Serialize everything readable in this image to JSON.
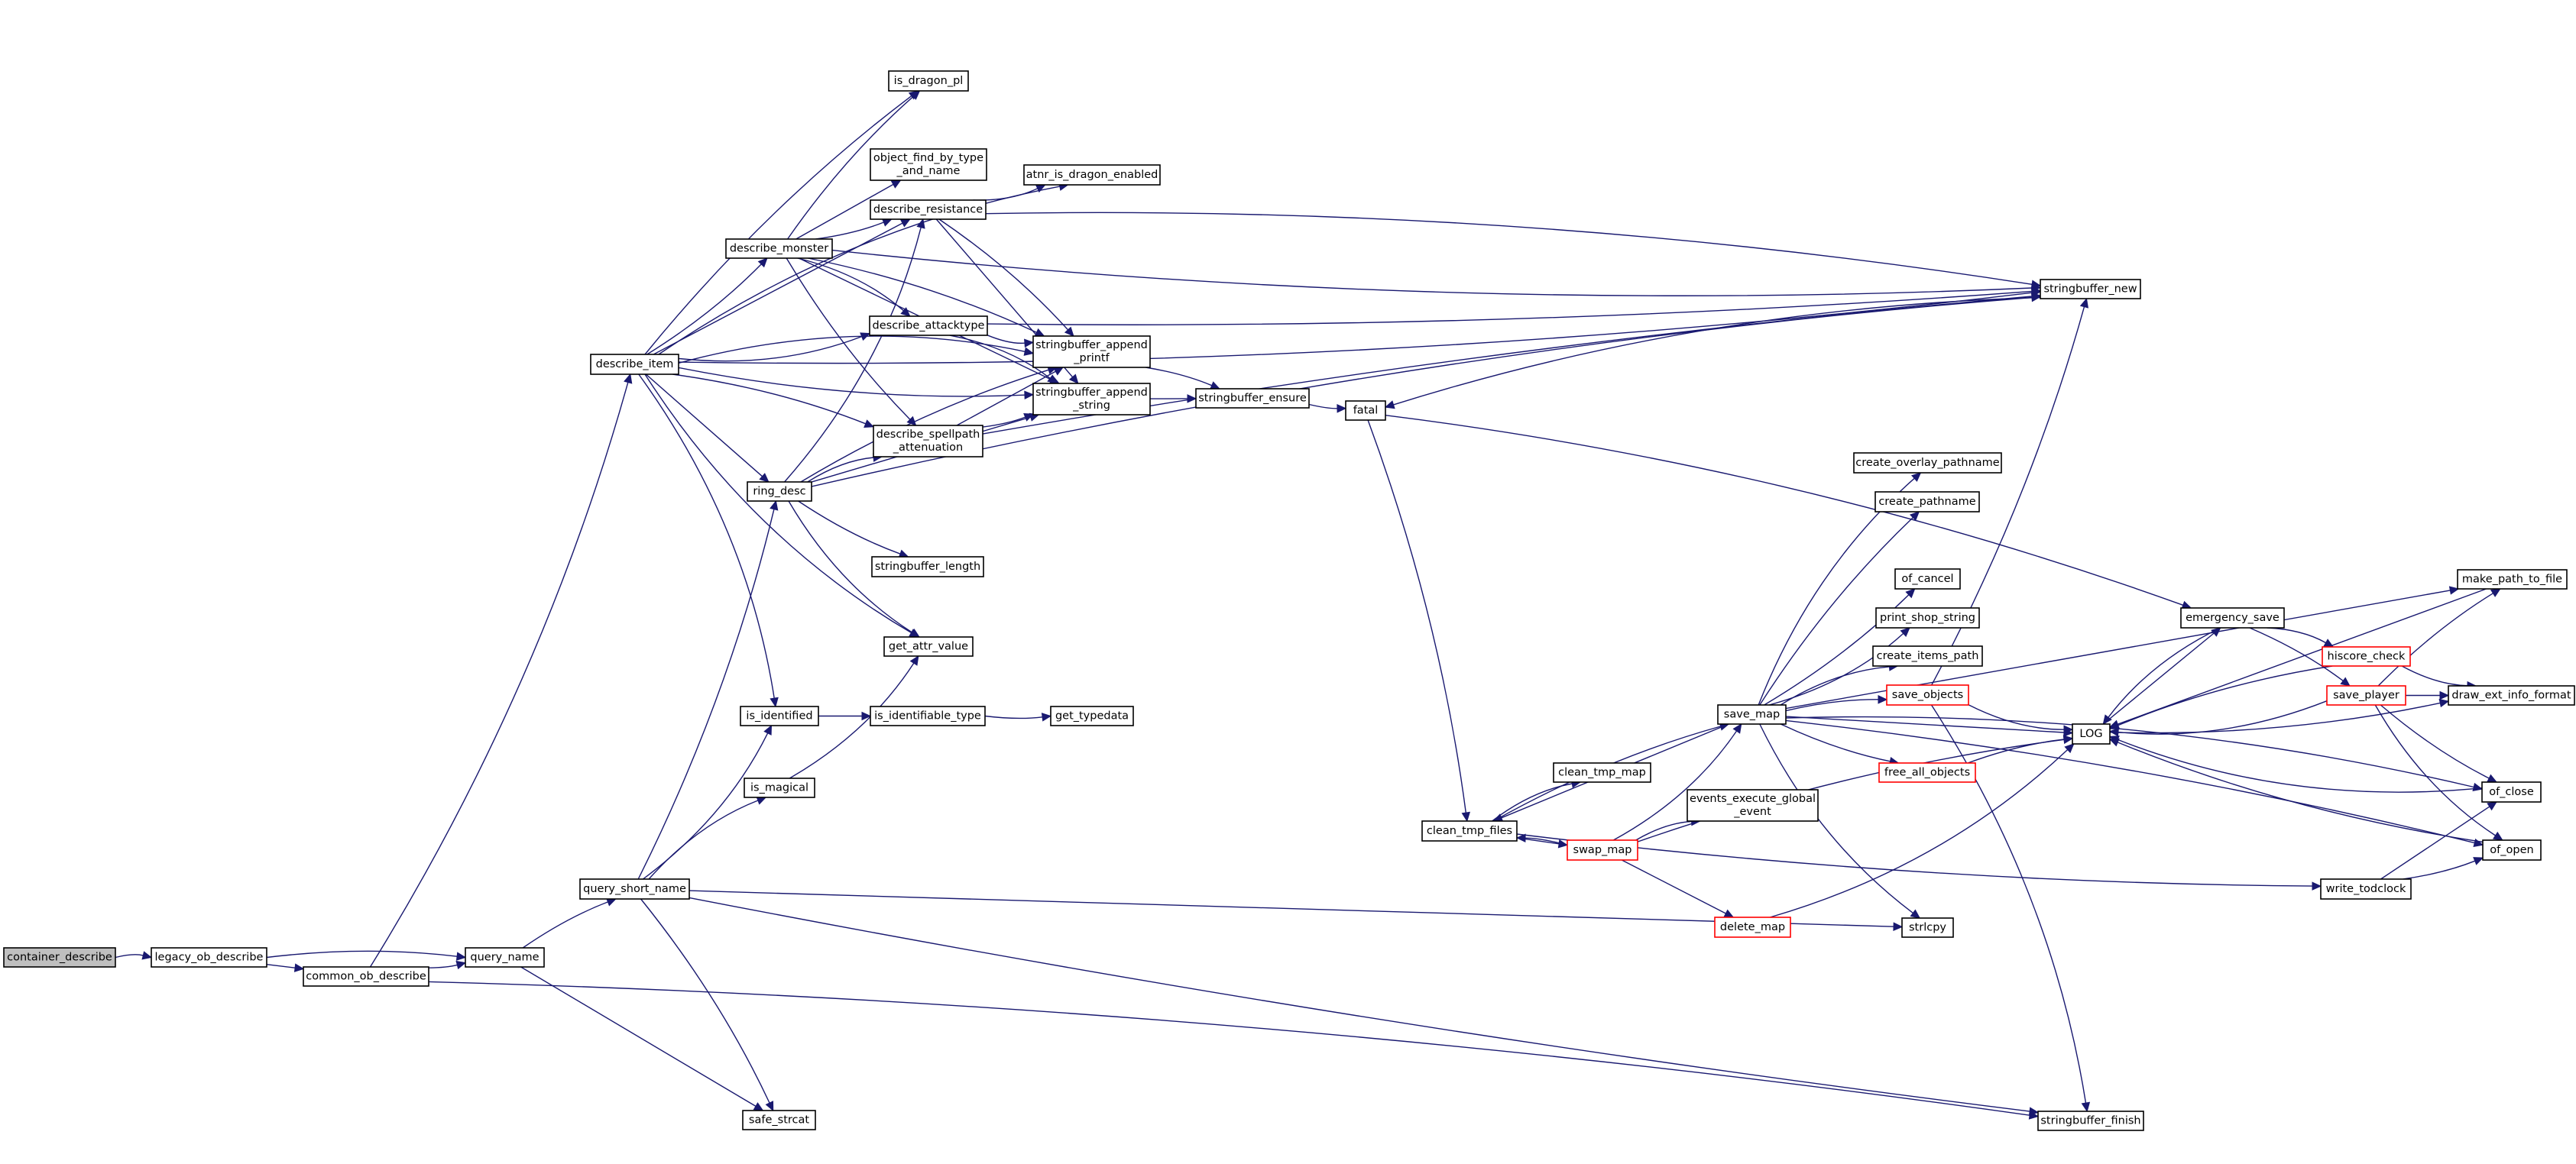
{
  "graph": {
    "type": "call-graph",
    "title": "container_describe call graph",
    "colors": {
      "edge": "#191970",
      "root_fill": "#bfbfbf",
      "node_fill": "#ffffff",
      "node_border": "#000000",
      "truncated_border": "#ff0000"
    },
    "nodes": [
      {
        "id": "container_describe",
        "label": [
          "container_describe"
        ],
        "kind": "root"
      },
      {
        "id": "legacy_ob_describe",
        "label": [
          "legacy_ob_describe"
        ]
      },
      {
        "id": "common_ob_describe",
        "label": [
          "common_ob_describe"
        ]
      },
      {
        "id": "query_name",
        "label": [
          "query_name"
        ]
      },
      {
        "id": "query_short_name",
        "label": [
          "query_short_name"
        ]
      },
      {
        "id": "describe_item",
        "label": [
          "describe_item"
        ]
      },
      {
        "id": "is_dragon_pl",
        "label": [
          "is_dragon_pl"
        ]
      },
      {
        "id": "object_find_by_type_and_name",
        "label": [
          "object_find_by_type",
          "_and_name"
        ]
      },
      {
        "id": "atnr_is_dragon_enabled",
        "label": [
          "atnr_is_dragon_enabled"
        ]
      },
      {
        "id": "describe_resistance",
        "label": [
          "describe_resistance"
        ]
      },
      {
        "id": "describe_monster",
        "label": [
          "describe_monster"
        ]
      },
      {
        "id": "describe_attacktype",
        "label": [
          "describe_attacktype"
        ]
      },
      {
        "id": "stringbuffer_append_printf",
        "label": [
          "stringbuffer_append",
          "_printf"
        ]
      },
      {
        "id": "stringbuffer_append_string",
        "label": [
          "stringbuffer_append",
          "_string"
        ]
      },
      {
        "id": "describe_spellpath_attenuation",
        "label": [
          "describe_spellpath",
          "_attenuation"
        ]
      },
      {
        "id": "stringbuffer_ensure",
        "label": [
          "stringbuffer_ensure"
        ]
      },
      {
        "id": "fatal",
        "label": [
          "fatal"
        ]
      },
      {
        "id": "ring_desc",
        "label": [
          "ring_desc"
        ]
      },
      {
        "id": "stringbuffer_length",
        "label": [
          "stringbuffer_length"
        ]
      },
      {
        "id": "get_attr_value",
        "label": [
          "get_attr_value"
        ]
      },
      {
        "id": "is_identified",
        "label": [
          "is_identified"
        ]
      },
      {
        "id": "is_identifiable_type",
        "label": [
          "is_identifiable_type"
        ]
      },
      {
        "id": "get_typedata",
        "label": [
          "get_typedata"
        ]
      },
      {
        "id": "is_magical",
        "label": [
          "is_magical"
        ]
      },
      {
        "id": "safe_strcat",
        "label": [
          "safe_strcat"
        ]
      },
      {
        "id": "stringbuffer_new",
        "label": [
          "stringbuffer_new"
        ]
      },
      {
        "id": "stringbuffer_finish",
        "label": [
          "stringbuffer_finish"
        ]
      },
      {
        "id": "clean_tmp_files",
        "label": [
          "clean_tmp_files"
        ]
      },
      {
        "id": "clean_tmp_map",
        "label": [
          "clean_tmp_map"
        ]
      },
      {
        "id": "swap_map",
        "label": [
          "swap_map"
        ],
        "kind": "truncated"
      },
      {
        "id": "events_execute_global_event",
        "label": [
          "events_execute_global",
          "_event"
        ]
      },
      {
        "id": "delete_map",
        "label": [
          "delete_map"
        ],
        "kind": "truncated"
      },
      {
        "id": "save_map",
        "label": [
          "save_map"
        ]
      },
      {
        "id": "create_overlay_pathname",
        "label": [
          "create_overlay_pathname"
        ]
      },
      {
        "id": "create_pathname",
        "label": [
          "create_pathname"
        ]
      },
      {
        "id": "of_cancel",
        "label": [
          "of_cancel"
        ]
      },
      {
        "id": "print_shop_string",
        "label": [
          "print_shop_string"
        ]
      },
      {
        "id": "create_items_path",
        "label": [
          "create_items_path"
        ]
      },
      {
        "id": "save_objects",
        "label": [
          "save_objects"
        ],
        "kind": "truncated"
      },
      {
        "id": "free_all_objects",
        "label": [
          "free_all_objects"
        ],
        "kind": "truncated"
      },
      {
        "id": "strlcpy",
        "label": [
          "strlcpy"
        ]
      },
      {
        "id": "LOG",
        "label": [
          "LOG"
        ]
      },
      {
        "id": "emergency_save",
        "label": [
          "emergency_save"
        ]
      },
      {
        "id": "make_path_to_file",
        "label": [
          "make_path_to_file"
        ]
      },
      {
        "id": "hiscore_check",
        "label": [
          "hiscore_check"
        ],
        "kind": "truncated"
      },
      {
        "id": "save_player",
        "label": [
          "save_player"
        ],
        "kind": "truncated"
      },
      {
        "id": "draw_ext_info_format",
        "label": [
          "draw_ext_info_format"
        ]
      },
      {
        "id": "of_close",
        "label": [
          "of_close"
        ]
      },
      {
        "id": "of_open",
        "label": [
          "of_open"
        ]
      },
      {
        "id": "write_todclock",
        "label": [
          "write_todclock"
        ]
      }
    ],
    "edges": [
      [
        "container_describe",
        "legacy_ob_describe"
      ],
      [
        "legacy_ob_describe",
        "query_name"
      ],
      [
        "legacy_ob_describe",
        "common_ob_describe"
      ],
      [
        "common_ob_describe",
        "query_name"
      ],
      [
        "common_ob_describe",
        "describe_item"
      ],
      [
        "common_ob_describe",
        "stringbuffer_finish"
      ],
      [
        "query_name",
        "query_short_name"
      ],
      [
        "query_name",
        "safe_strcat"
      ],
      [
        "query_short_name",
        "ring_desc"
      ],
      [
        "query_short_name",
        "is_identified"
      ],
      [
        "query_short_name",
        "is_magical"
      ],
      [
        "query_short_name",
        "safe_strcat"
      ],
      [
        "query_short_name",
        "strlcpy"
      ],
      [
        "query_short_name",
        "stringbuffer_finish"
      ],
      [
        "describe_item",
        "stringbuffer_new"
      ],
      [
        "describe_item",
        "atnr_is_dragon_enabled"
      ],
      [
        "describe_item",
        "is_dragon_pl"
      ],
      [
        "describe_item",
        "describe_resistance"
      ],
      [
        "describe_item",
        "describe_monster"
      ],
      [
        "describe_item",
        "describe_attacktype"
      ],
      [
        "describe_item",
        "stringbuffer_append_printf"
      ],
      [
        "describe_item",
        "describe_spellpath_attenuation"
      ],
      [
        "describe_item",
        "ring_desc"
      ],
      [
        "describe_item",
        "stringbuffer_append_string"
      ],
      [
        "describe_item",
        "get_attr_value"
      ],
      [
        "describe_item",
        "is_identified"
      ],
      [
        "describe_monster",
        "is_dragon_pl"
      ],
      [
        "describe_monster",
        "object_find_by_type_and_name"
      ],
      [
        "describe_monster",
        "describe_resistance"
      ],
      [
        "describe_monster",
        "stringbuffer_new"
      ],
      [
        "describe_monster",
        "describe_attacktype"
      ],
      [
        "describe_monster",
        "stringbuffer_append_printf"
      ],
      [
        "describe_monster",
        "stringbuffer_append_string"
      ],
      [
        "describe_monster",
        "describe_spellpath_attenuation"
      ],
      [
        "describe_resistance",
        "atnr_is_dragon_enabled"
      ],
      [
        "describe_resistance",
        "stringbuffer_new"
      ],
      [
        "describe_resistance",
        "stringbuffer_append_printf"
      ],
      [
        "describe_resistance",
        "stringbuffer_append_string"
      ],
      [
        "describe_attacktype",
        "stringbuffer_new"
      ],
      [
        "describe_attacktype",
        "stringbuffer_append_printf"
      ],
      [
        "describe_attacktype",
        "stringbuffer_append_string"
      ],
      [
        "describe_spellpath_attenuation",
        "stringbuffer_new"
      ],
      [
        "describe_spellpath_attenuation",
        "stringbuffer_append_printf"
      ],
      [
        "describe_spellpath_attenuation",
        "stringbuffer_append_string"
      ],
      [
        "ring_desc",
        "describe_resistance"
      ],
      [
        "ring_desc",
        "describe_spellpath_attenuation"
      ],
      [
        "ring_desc",
        "stringbuffer_append_printf"
      ],
      [
        "ring_desc",
        "stringbuffer_append_string"
      ],
      [
        "ring_desc",
        "stringbuffer_length"
      ],
      [
        "ring_desc",
        "get_attr_value"
      ],
      [
        "ring_desc",
        "stringbuffer_new"
      ],
      [
        "stringbuffer_append_printf",
        "stringbuffer_ensure"
      ],
      [
        "stringbuffer_append_string",
        "stringbuffer_ensure"
      ],
      [
        "stringbuffer_ensure",
        "fatal"
      ],
      [
        "stringbuffer_new",
        "fatal"
      ],
      [
        "fatal",
        "emergency_save"
      ],
      [
        "fatal",
        "clean_tmp_files"
      ],
      [
        "is_identified",
        "is_identifiable_type"
      ],
      [
        "is_identifiable_type",
        "get_typedata"
      ],
      [
        "is_magical",
        "get_attr_value"
      ],
      [
        "clean_tmp_files",
        "clean_tmp_map"
      ],
      [
        "clean_tmp_files",
        "save_map"
      ],
      [
        "clean_tmp_files",
        "swap_map"
      ],
      [
        "clean_tmp_files",
        "write_todclock"
      ],
      [
        "swap_map",
        "save_map"
      ],
      [
        "swap_map",
        "events_execute_global_event"
      ],
      [
        "swap_map",
        "LOG"
      ],
      [
        "swap_map",
        "delete_map"
      ],
      [
        "swap_map",
        "clean_tmp_files"
      ],
      [
        "delete_map",
        "LOG"
      ],
      [
        "save_map",
        "create_overlay_pathname"
      ],
      [
        "save_map",
        "create_pathname"
      ],
      [
        "save_map",
        "make_path_to_file"
      ],
      [
        "save_map",
        "of_cancel"
      ],
      [
        "save_map",
        "print_shop_string"
      ],
      [
        "save_map",
        "create_items_path"
      ],
      [
        "save_map",
        "save_objects"
      ],
      [
        "save_map",
        "LOG"
      ],
      [
        "save_map",
        "free_all_objects"
      ],
      [
        "save_map",
        "strlcpy"
      ],
      [
        "save_map",
        "of_close"
      ],
      [
        "save_map",
        "of_open"
      ],
      [
        "save_map",
        "clean_tmp_files"
      ],
      [
        "save_objects",
        "stringbuffer_new"
      ],
      [
        "save_objects",
        "LOG"
      ],
      [
        "save_objects",
        "stringbuffer_finish"
      ],
      [
        "free_all_objects",
        "LOG"
      ],
      [
        "LOG",
        "emergency_save"
      ],
      [
        "LOG",
        "draw_ext_info_format"
      ],
      [
        "emergency_save",
        "LOG"
      ],
      [
        "emergency_save",
        "hiscore_check"
      ],
      [
        "emergency_save",
        "save_player"
      ],
      [
        "make_path_to_file",
        "LOG"
      ],
      [
        "hiscore_check",
        "LOG"
      ],
      [
        "hiscore_check",
        "draw_ext_info_format"
      ],
      [
        "save_player",
        "LOG"
      ],
      [
        "save_player",
        "make_path_to_file"
      ],
      [
        "save_player",
        "draw_ext_info_format"
      ],
      [
        "save_player",
        "of_close"
      ],
      [
        "save_player",
        "of_open"
      ],
      [
        "of_close",
        "LOG"
      ],
      [
        "of_open",
        "LOG"
      ],
      [
        "write_todclock",
        "of_close"
      ],
      [
        "write_todclock",
        "of_open"
      ]
    ]
  }
}
